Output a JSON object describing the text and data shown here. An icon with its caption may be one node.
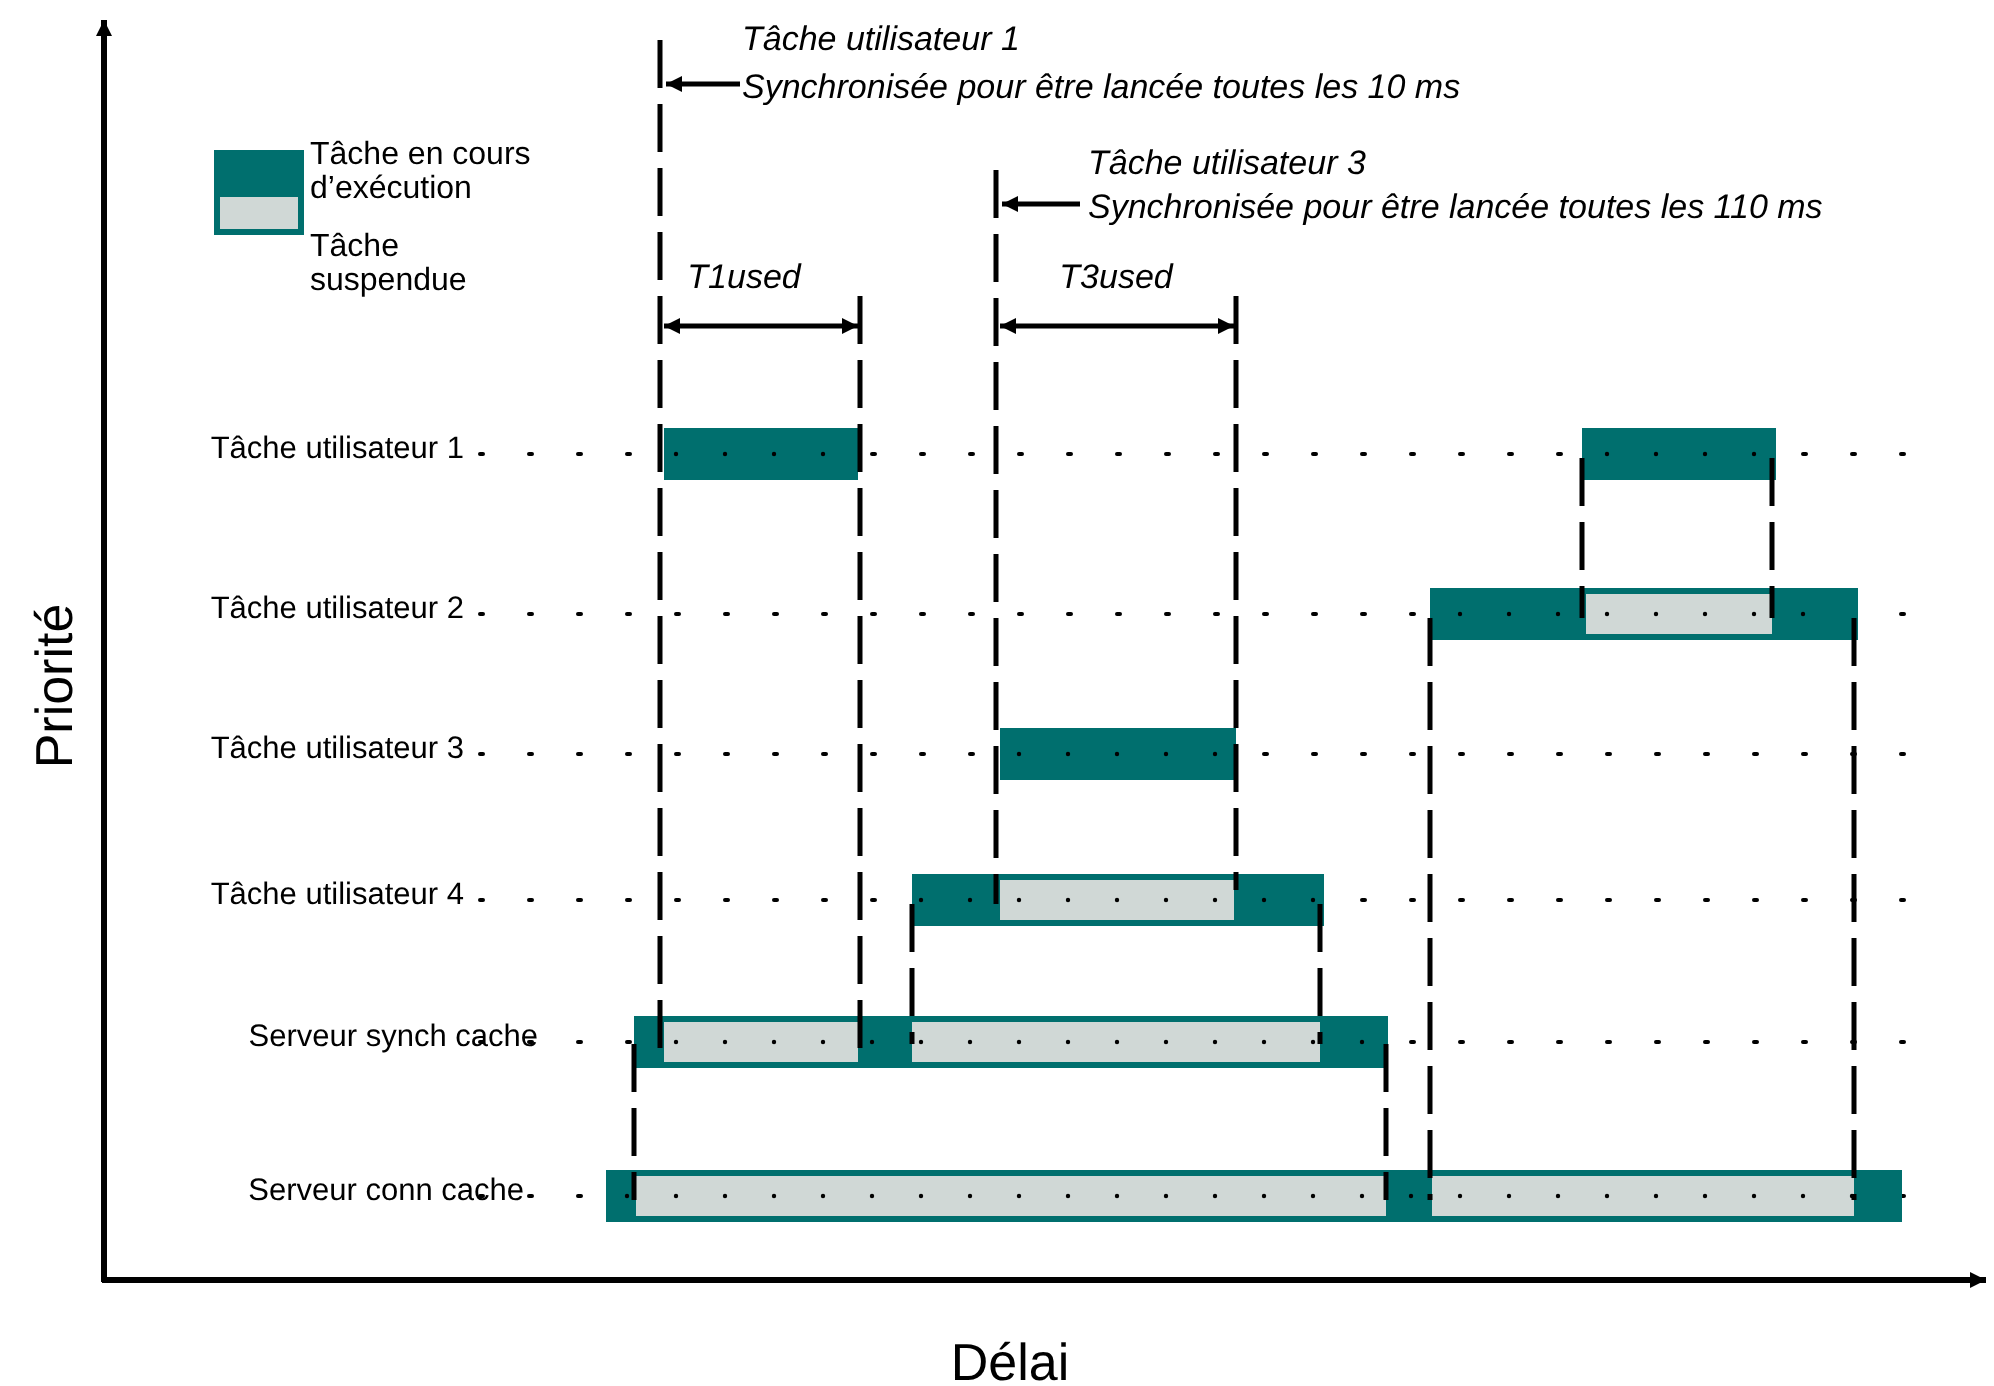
{
  "diagram": {
    "labels": [
      "Tâche utilisateur 1",
      "Synchronisée pour être lancée toutes les 10 ms",
      "Tâche utilisateur 3",
      "Synchronisée pour être lancée toutes les 110 ms",
      "T1used",
      "T3used",
      "Tâche utilisateur 1",
      "Tâche utilisateur 2",
      "Priorité",
      "Tâche utilisateur 3",
      "Tâche utilisateur 4",
      "Serveur synch cache",
      "Serveur conn cache",
      "Délai"
    ],
    "legend": [
      {
        "text": "Tâche en cours d’exécution",
        "color": "#006f6e"
      },
      {
        "text": "Tâche suspendue",
        "color": "#d0d8d6"
      }
    ]
  }
}
